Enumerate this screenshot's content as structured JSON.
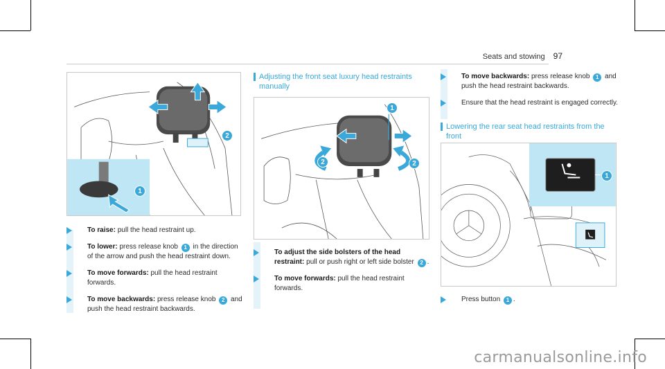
{
  "header": {
    "section": "Seats and stowing",
    "page": "97"
  },
  "col1": {
    "steps": [
      {
        "title": "To raise:",
        "text": " pull the head restraint up."
      },
      {
        "title": "To lower:",
        "text_a": " press release knob ",
        "num": "1",
        "text_b": " in the direction of the arrow and push the head restraint down."
      },
      {
        "title": "To move forwards:",
        "text": " pull the head restraint forwards."
      },
      {
        "title": "To move backwards:",
        "text_a": " press release knob ",
        "num": "2",
        "text_b": " and push the head restraint backwards."
      }
    ],
    "callouts": [
      "1",
      "2"
    ]
  },
  "col2": {
    "heading": "Adjusting the front seat luxury head restraints manually",
    "steps": [
      {
        "title": "To adjust the side bolsters of the head restraint:",
        "text": " pull or push right or left side bolster ",
        "num": "2",
        "text_b": "."
      },
      {
        "title": "To move forwards:",
        "text": " pull the head restraint forwards."
      }
    ],
    "callouts": [
      "1",
      "2",
      "2"
    ]
  },
  "col3": {
    "steps_top": [
      {
        "title": "To move backwards:",
        "text_a": " press release knob ",
        "num": "1",
        "text_b": " and push the head restraint backwards."
      },
      {
        "title": "",
        "text": "Ensure that the head restraint is engaged correctly."
      }
    ],
    "heading": "Lowering the rear seat head restraints from the front",
    "step_bottom": {
      "text_a": "Press button ",
      "num": "1",
      "text_b": "."
    },
    "callouts": [
      "1"
    ]
  },
  "watermark": "carmanualsonline.info",
  "colors": {
    "accent": "#3aa8d8",
    "sidebar": "#e4f3fa"
  }
}
